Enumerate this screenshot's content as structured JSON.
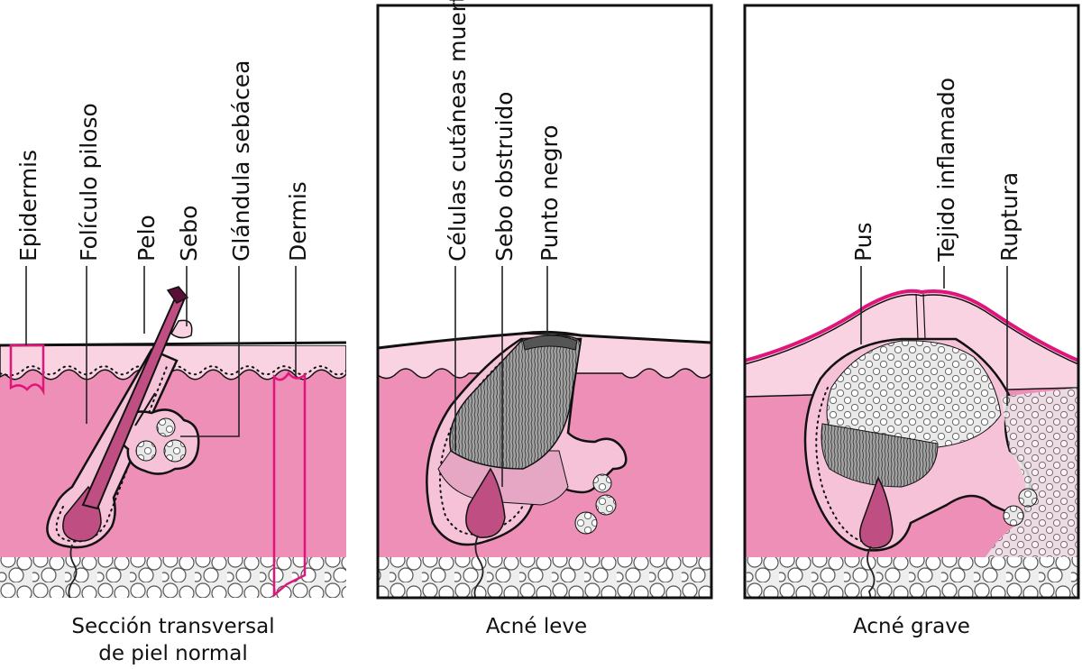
{
  "panels": [
    {
      "caption": [
        "Sección transversal",
        "de piel normal"
      ],
      "labels": [
        "Epidermis",
        "Folículo piloso",
        "Pelo",
        "Sebo",
        "Glándula sebácea",
        "Dermis"
      ]
    },
    {
      "caption": [
        "Acné leve"
      ],
      "labels": [
        "Células cutáneas muertas",
        "Sebo obstruido",
        "Punto negro"
      ]
    },
    {
      "caption": [
        "Acné grave"
      ],
      "labels": [
        "Pus",
        "Tejido inflamado",
        "Ruptura"
      ]
    }
  ],
  "colors": {
    "dermis": "#ee8fb7",
    "epidermis": "#fad3e2",
    "follicle": "#f6c2d7",
    "hair": "#bf4f83",
    "highlight": "#e0157c",
    "dead_cells": "#9a9a9a",
    "sebum": "#e5a7c3",
    "fat": "#d9d9d9",
    "pus": "#f2f2f2"
  }
}
